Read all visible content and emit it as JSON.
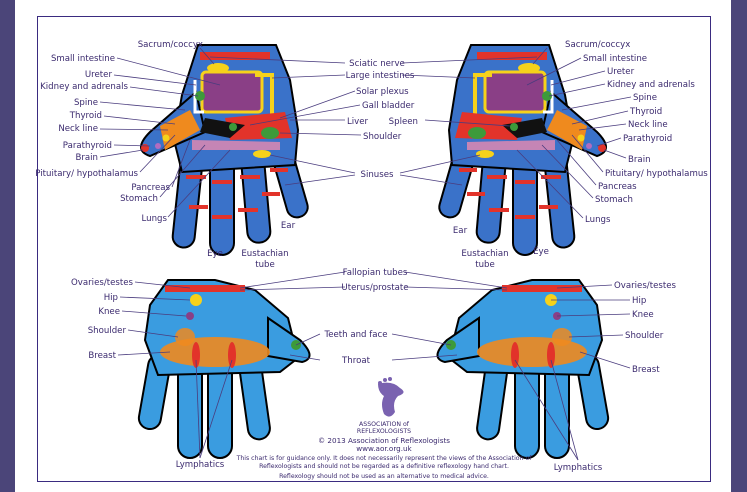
{
  "colors": {
    "frame": "#4b4579",
    "border": "#3a2b80",
    "text": "#3b2a6e",
    "skin": "#3a72c9",
    "red": "#e2332a",
    "orange": "#ef8a1e",
    "yellow": "#f6d21b",
    "purple": "#8a3f86",
    "green": "#3d9a3a"
  },
  "top_left": {
    "labels": [
      "Sacrum/coccyx",
      "Small intestine",
      "Ureter",
      "Kidney and adrenals",
      "Spine",
      "Thyroid",
      "Neck line",
      "Parathyroid",
      "Brain",
      "Pituitary/ hypothalamus",
      "Pancreas",
      "Stomach",
      "Lungs",
      "Eye",
      "Eustachian",
      "tube",
      "Ear"
    ]
  },
  "top_center": {
    "labels": [
      "Sciatic nerve",
      "Large intestines",
      "Solar plexus",
      "Gall bladder",
      "Liver",
      "Spleen",
      "Shoulder",
      "Sinuses"
    ]
  },
  "top_right": {
    "labels": [
      "Sacrum/coccyx",
      "Small intestine",
      "Ureter",
      "Kidney and adrenals",
      "Spine",
      "Thyroid",
      "Neck line",
      "Parathyroid",
      "Brain",
      "Pituitary/ hypothalamus",
      "Pancreas",
      "Stomach",
      "Lungs",
      "Ear",
      "Eustachian",
      "tube",
      "Eye"
    ]
  },
  "bottom": {
    "left": [
      "Ovaries/testes",
      "Hip",
      "Knee",
      "Shoulder",
      "Breast",
      "Lymphatics"
    ],
    "center": [
      "Fallopian tubes",
      "Uterus/prostate",
      "Teeth and face",
      "Throat"
    ],
    "right": [
      "Ovaries/testes",
      "Hip",
      "Knee",
      "Shoulder",
      "Breast",
      "Lymphatics"
    ]
  },
  "footer": {
    "logo_line1": "ASSOCIATION of",
    "logo_line2": "REFLEXOLOGISTS",
    "copyright": "© 2013 Association of Reflexologists",
    "website": "www.aor.org.uk",
    "disclaimer1": "This chart is for guidance only. It does not necessarily represent the views of the Association of",
    "disclaimer2": "Reflexologists and should not be regarded as a definitive reflexology hand chart.",
    "disclaimer3": "Reflexology should not be used as an alternative to medical advice."
  }
}
